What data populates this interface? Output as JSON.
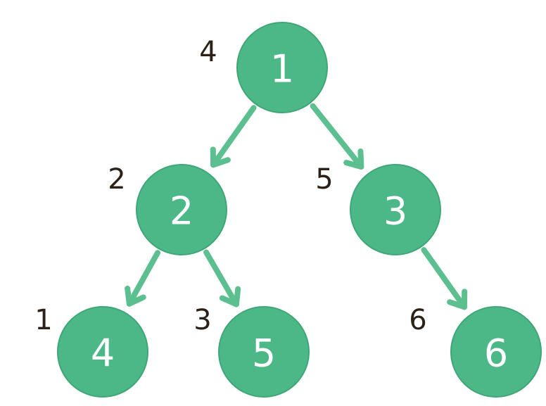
{
  "diagram": {
    "type": "binary-tree",
    "colors": {
      "node_fill": "#4cb888",
      "node_text": "#ffffff",
      "edge": "#5cbf8f",
      "order_label": "#2b2118"
    },
    "nodes": [
      {
        "id": "n1",
        "value": "1",
        "order": "4"
      },
      {
        "id": "n2",
        "value": "2",
        "order": "2"
      },
      {
        "id": "n3",
        "value": "3",
        "order": "5"
      },
      {
        "id": "n4",
        "value": "4",
        "order": "1"
      },
      {
        "id": "n5",
        "value": "5",
        "order": "3"
      },
      {
        "id": "n6",
        "value": "6",
        "order": "6"
      }
    ],
    "edges": [
      {
        "from": "n1",
        "to": "n2"
      },
      {
        "from": "n1",
        "to": "n3"
      },
      {
        "from": "n2",
        "to": "n4"
      },
      {
        "from": "n2",
        "to": "n5"
      },
      {
        "from": "n3",
        "to": "n6"
      }
    ]
  }
}
